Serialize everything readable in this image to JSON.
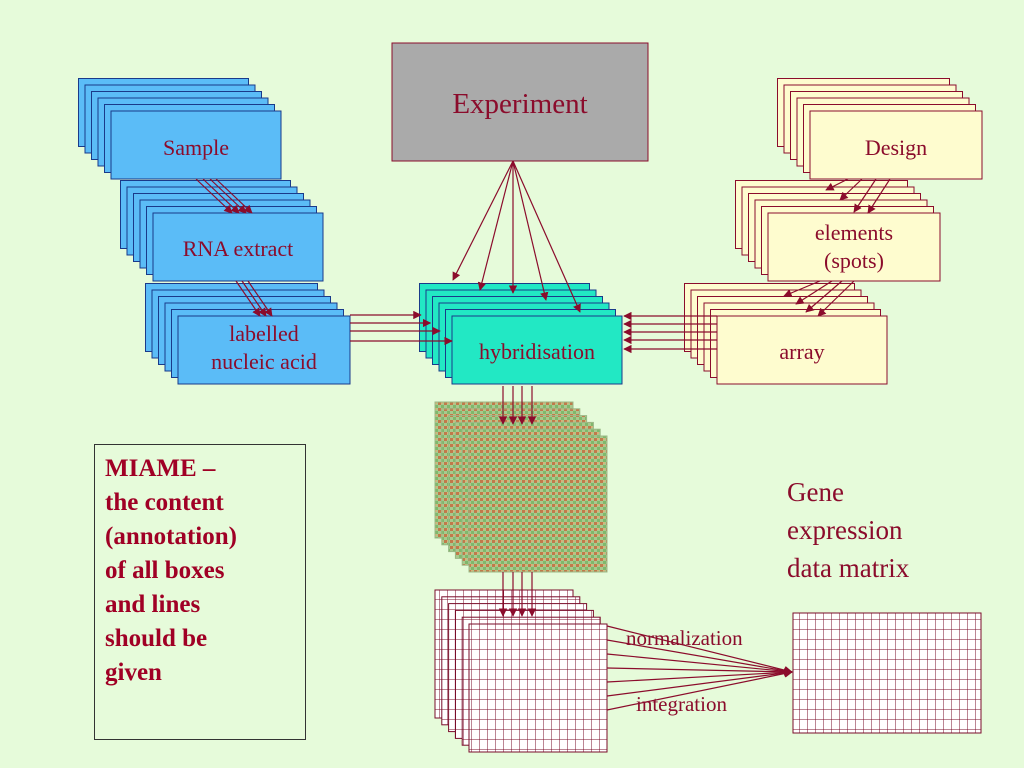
{
  "nodes": {
    "experiment": "Experiment",
    "sample": "Sample",
    "rna_extract": "RNA extract",
    "labelled": "labelled\nnucleic acid",
    "hybridisation": "hybridisation",
    "design": "Design",
    "elements": "elements\n(spots)",
    "array": "array"
  },
  "edge_labels": {
    "normalization": "normalization",
    "integration": "integration"
  },
  "gene_matrix_label": "Gene\nexpression\ndata matrix",
  "miame_note": "MIAME –\nthe content\n(annotation)\nof all boxes\nand lines\nshould be\ngiven",
  "colors": {
    "background": "#e6fbda",
    "sample_blue": "#5bbcf7",
    "hyb_teal": "#22e8c4",
    "design_cream": "#fefccf",
    "experiment_gray": "#aaaaaa",
    "arrow_red": "#8b0c2c",
    "miame_text": "#a00025"
  }
}
